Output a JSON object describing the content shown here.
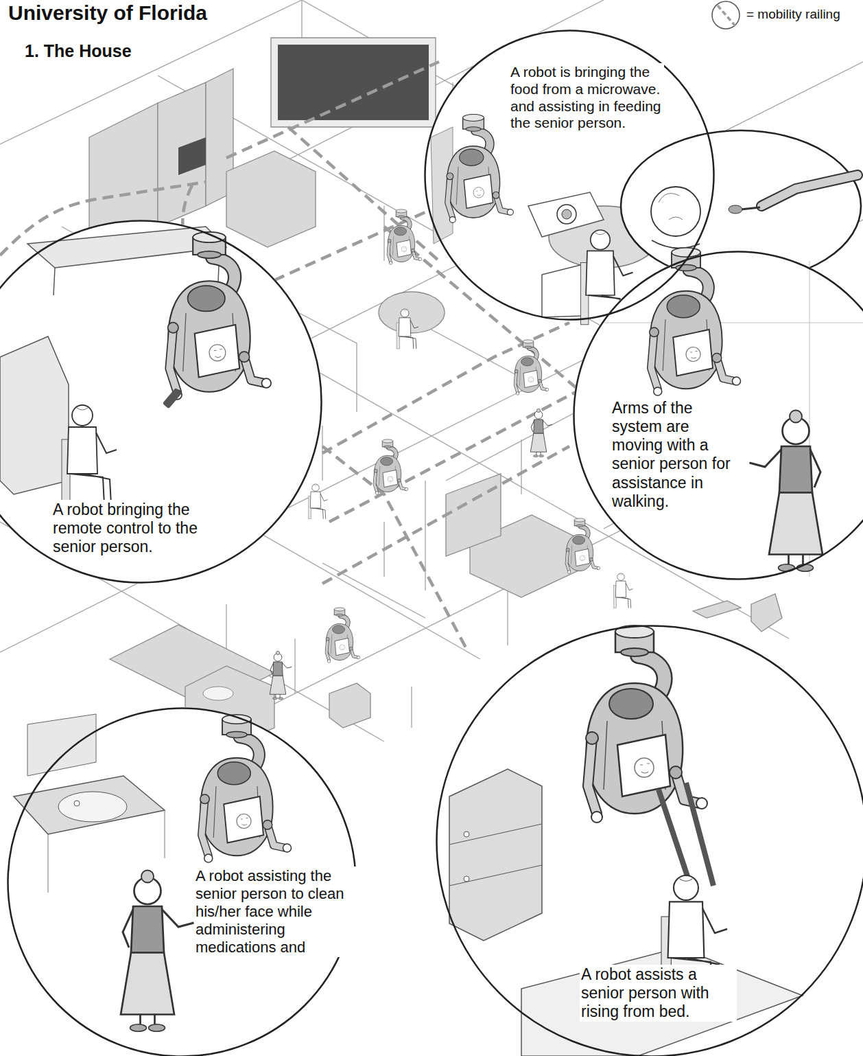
{
  "diagram": {
    "title": "University of Florida",
    "nodes": [
      {
        "text": [
          "A robot is bringing the food from a microwave. and assisting in feeding the senior person."
        ]
      },
      {
        "text": [
          "A robot bringing the remote control to the senior person."
        ]
      },
      {
        "text": [
          "Arms of the system are moving with a senior person for assistance in walking."
        ]
      },
      {
        "text": [
          "A robot assisting the senior person to clean his/her face while administering medications and"
        ]
      },
      {
        "text": [
          "A robot assists a senior person with rising from bed."
        ]
      }
    ],
    "labels": [
      "1. The House"
    ],
    "legend": [
      {
        "text": "= mobility railing"
      }
    ]
  }
}
